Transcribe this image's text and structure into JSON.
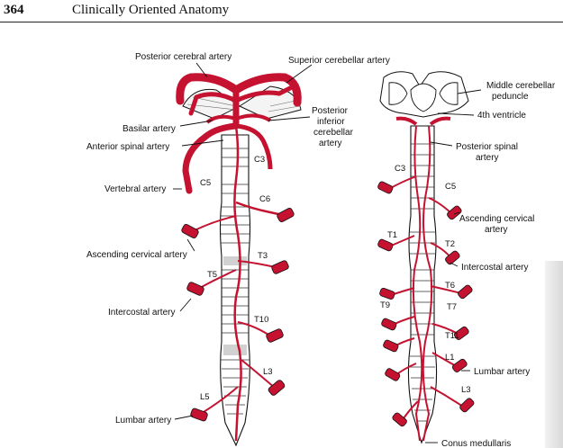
{
  "header": {
    "page_number": "364",
    "book_title": "Clinically Oriented Anatomy"
  },
  "left_figure": {
    "labels": {
      "posterior_cerebral_artery": "Posterior cerebral artery",
      "superior_cerebellar_artery": "Superior cerebellar artery",
      "basilar_artery": "Basilar artery",
      "posterior_inferior_cerebellar_artery_1": "Posterior",
      "posterior_inferior_cerebellar_artery_2": "inferior",
      "posterior_inferior_cerebellar_artery_3": "cerebellar",
      "posterior_inferior_cerebellar_artery_4": "artery",
      "anterior_spinal_artery": "Anterior spinal artery",
      "vertebral_artery": "Vertebral artery",
      "ascending_cervical_artery": "Ascending cervical artery",
      "intercostal_artery": "Intercostal artery",
      "lumbar_artery": "Lumbar artery"
    },
    "levels": {
      "c3": "C3",
      "c5": "C5",
      "c6": "C6",
      "t3": "T3",
      "t5": "T5",
      "t10": "T10",
      "l3": "L3",
      "l5": "L5"
    }
  },
  "right_figure": {
    "labels": {
      "middle_cerebellar_peduncle_1": "Middle cerebellar",
      "middle_cerebellar_peduncle_2": "peduncle",
      "fourth_ventricle": "4th ventricle",
      "posterior_spinal_artery_1": "Posterior spinal",
      "posterior_spinal_artery_2": "artery",
      "ascending_cervical_artery_1": "Ascending cervical",
      "ascending_cervical_artery_2": "artery",
      "intercostal_artery": "Intercostal artery",
      "lumbar_artery": "Lumbar artery",
      "conus_medullaris": "Conus medullaris"
    },
    "levels": {
      "c3": "C3",
      "c5": "C5",
      "t1": "T1",
      "t2": "T2",
      "t6": "T6",
      "t7": "T7",
      "t9": "T9",
      "t11": "T11",
      "l1": "L1",
      "l3": "L3"
    }
  },
  "colors": {
    "artery": "#c41230",
    "artery_dark": "#8e0c22",
    "outline": "#111111",
    "paper": "#ffffff"
  }
}
